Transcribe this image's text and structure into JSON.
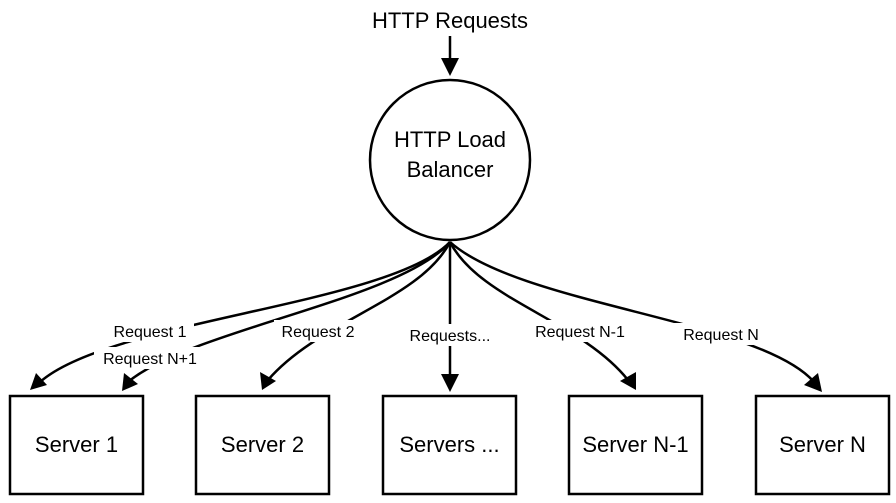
{
  "diagram": {
    "title": "HTTP Requests",
    "load_balancer": {
      "line1": "HTTP Load",
      "line2": "Balancer"
    },
    "servers": [
      "Server 1",
      "Server 2",
      "Servers ...",
      "Server N-1",
      "Server N"
    ],
    "edges": [
      "Request 1",
      "Request N+1",
      "Request 2",
      "Requests...",
      "Request N-1",
      "Request N"
    ]
  },
  "colors": {
    "stroke": "#000000",
    "background": "#ffffff"
  }
}
